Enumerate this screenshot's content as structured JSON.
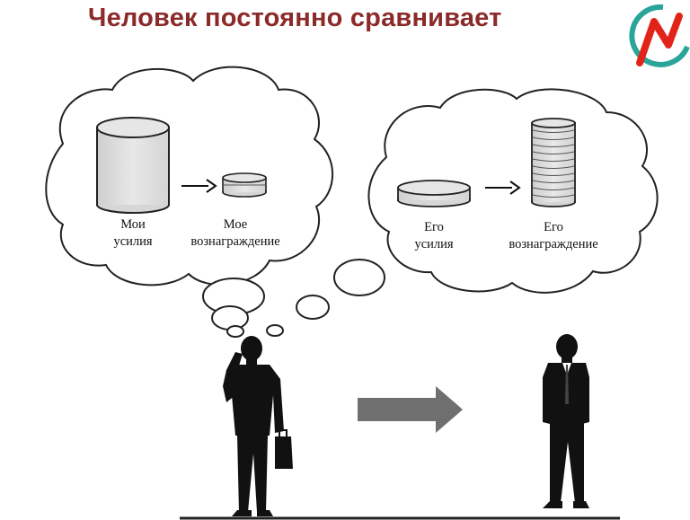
{
  "title": "Человек постоянно сравнивает",
  "left_cloud": {
    "effort_label_1": "Мои",
    "effort_label_2": "усилия",
    "reward_label_1": "Мое",
    "reward_label_2": "вознаграждение"
  },
  "right_cloud": {
    "effort_label_1": "Его",
    "effort_label_2": "усилия",
    "reward_label_1": "Его",
    "reward_label_2": "вознаграждение"
  },
  "colors": {
    "title": "#8c2a2a",
    "arrow": "#6f6f6f",
    "silhouette": "#111111",
    "logo_red": "#e2231a",
    "logo_teal": "#2aa59a"
  }
}
